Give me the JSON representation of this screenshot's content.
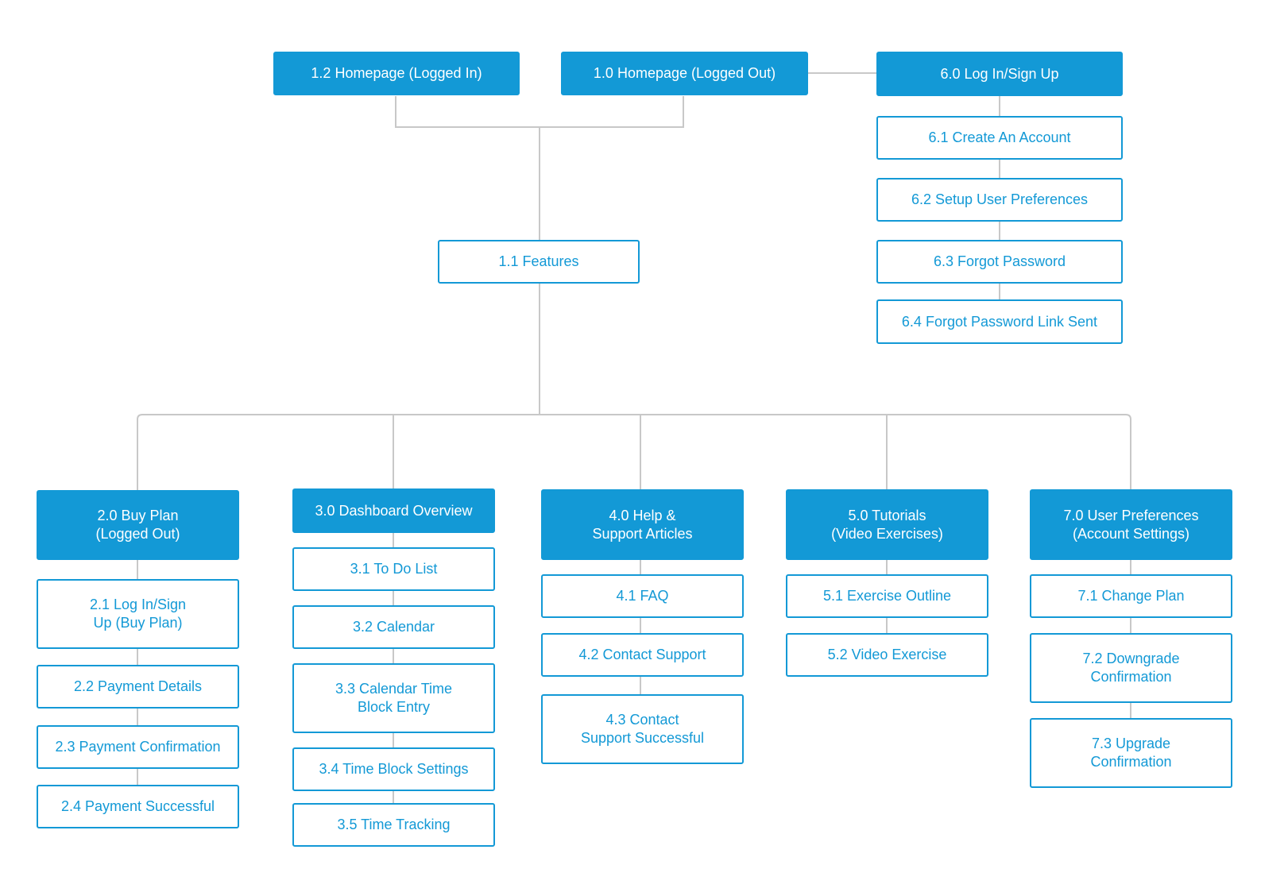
{
  "colors": {
    "accent": "#1399d6",
    "connector": "#c8c8c8",
    "background": "#ffffff"
  },
  "nodes": {
    "n1_2": "1.2 Homepage (Logged In)",
    "n1_0": "1.0 Homepage (Logged Out)",
    "n6_0": "6.0 Log In/Sign Up",
    "n6_1": "6.1 Create An Account",
    "n6_2": "6.2 Setup User Preferences",
    "n6_3": "6.3 Forgot Password",
    "n6_4": "6.4 Forgot Password Link Sent",
    "n1_1": "1.1 Features",
    "n2_0": "2.0 Buy Plan\n(Logged Out)",
    "n2_1": "2.1 Log In/Sign\nUp (Buy Plan)",
    "n2_2": "2.2 Payment Details",
    "n2_3": "2.3 Payment Confirmation",
    "n2_4": "2.4 Payment Successful",
    "n3_0": "3.0 Dashboard Overview",
    "n3_1": "3.1 To Do List",
    "n3_2": "3.2 Calendar",
    "n3_3": "3.3 Calendar Time\nBlock Entry",
    "n3_4": "3.4 Time Block Settings",
    "n3_5": "3.5 Time Tracking",
    "n4_0": "4.0 Help &\nSupport Articles",
    "n4_1": "4.1 FAQ",
    "n4_2": "4.2 Contact Support",
    "n4_3": "4.3 Contact\nSupport Successful",
    "n5_0": "5.0 Tutorials\n(Video Exercises)",
    "n5_1": "5.1 Exercise Outline",
    "n5_2": "5.2 Video Exercise",
    "n7_0": "7.0 User Preferences\n(Account Settings)",
    "n7_1": "7.1 Change Plan",
    "n7_2": "7.2 Downgrade\nConfirmation",
    "n7_3": "7.3 Upgrade\nConfirmation"
  }
}
